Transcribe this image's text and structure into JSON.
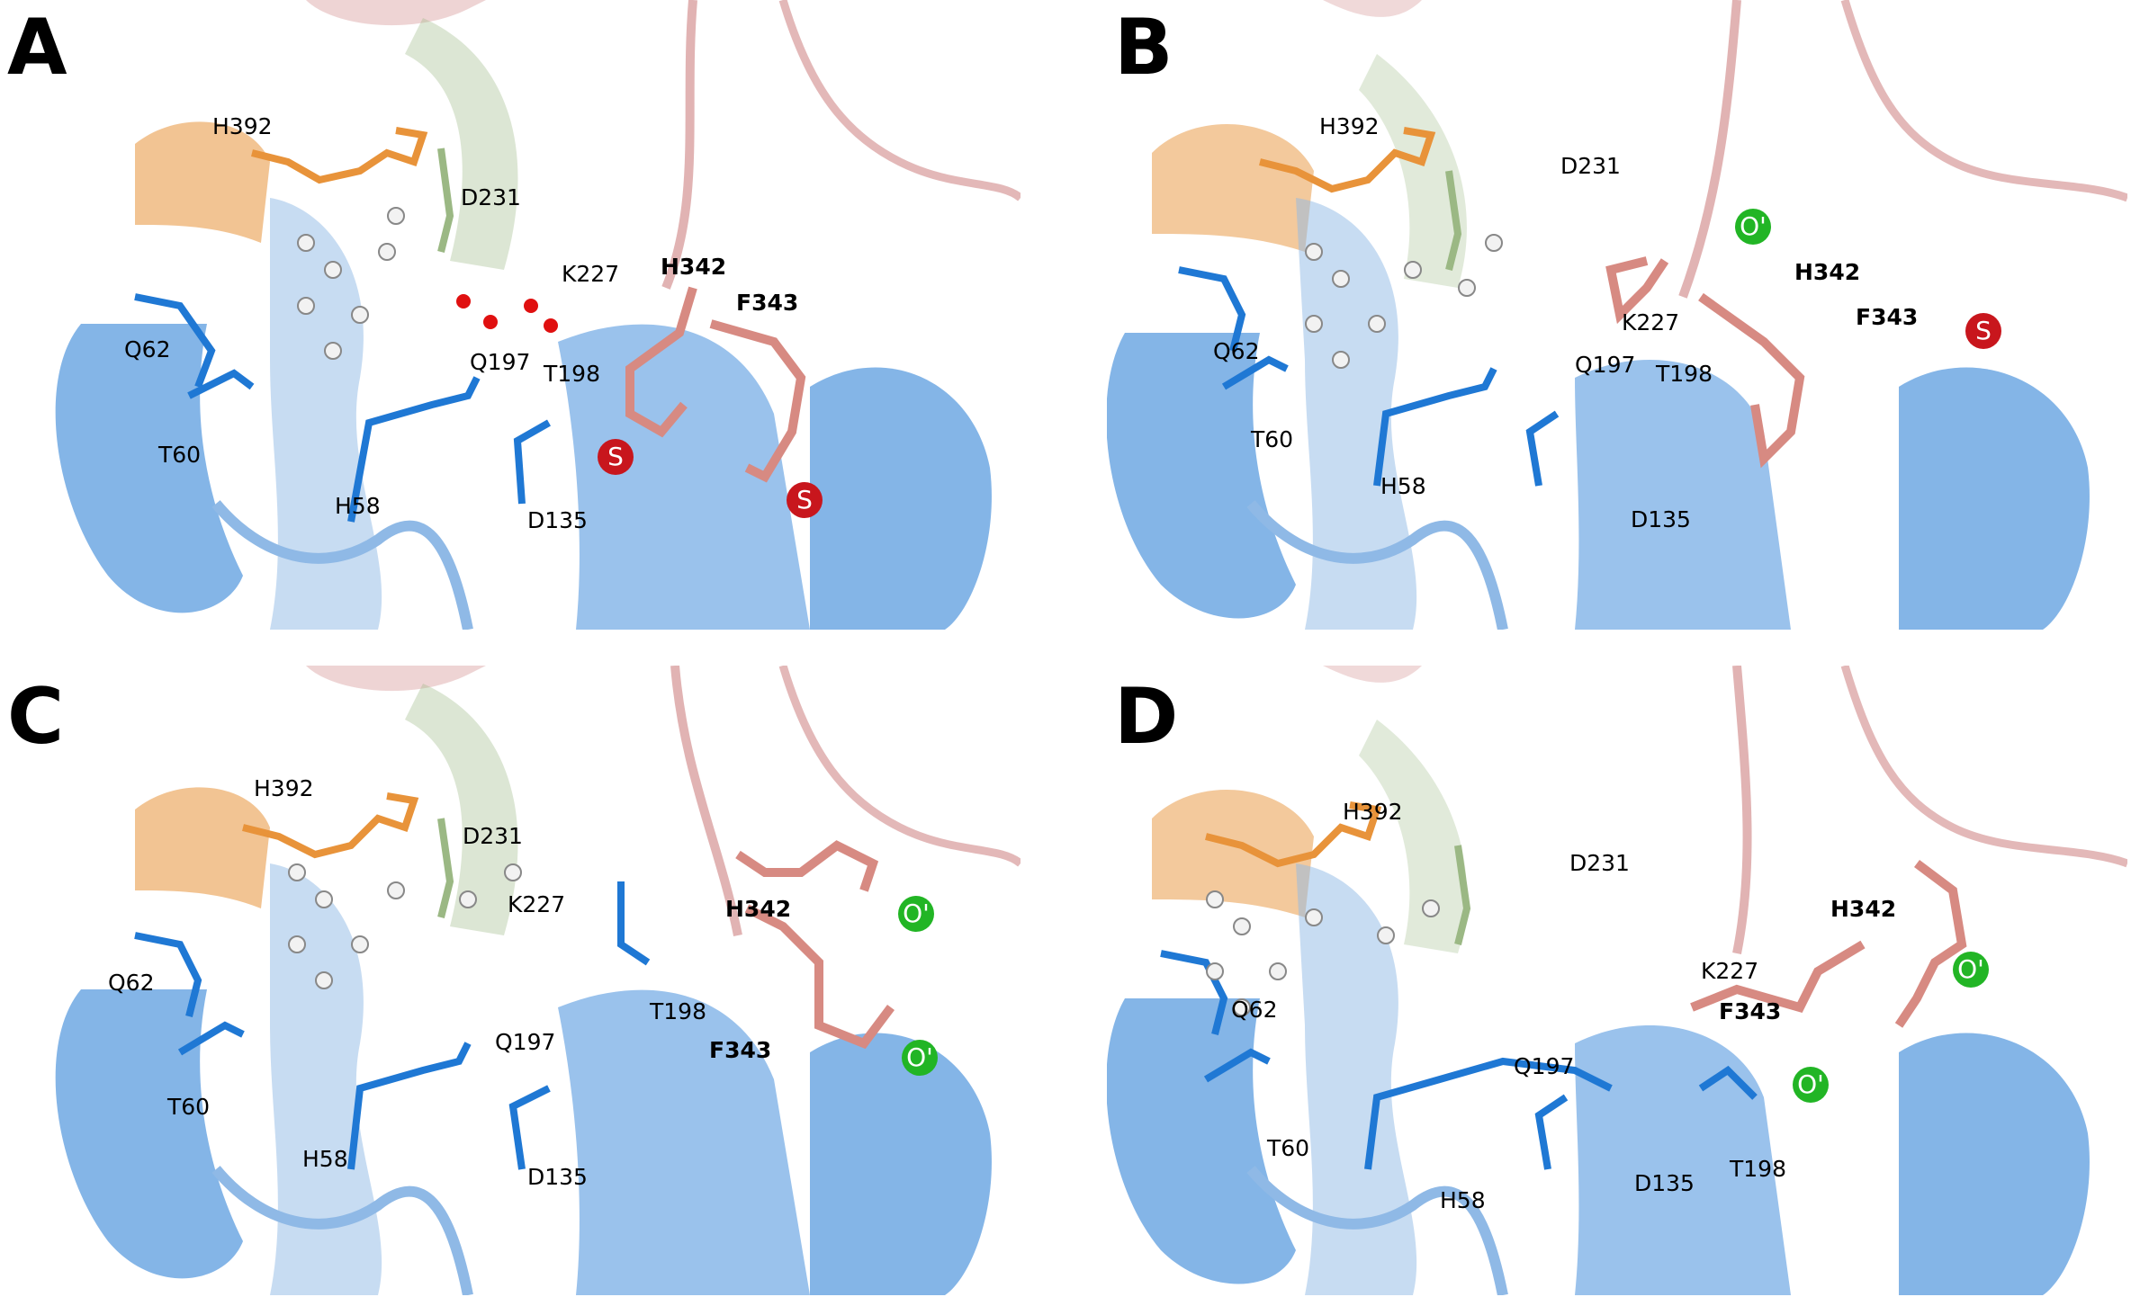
{
  "panels": [
    {
      "letter": "A",
      "residues": [
        "H392",
        "D231",
        "K227",
        "H342",
        "F343",
        "Q62",
        "Q197",
        "T198",
        "T60",
        "H58",
        "D135"
      ],
      "badges": [
        "S",
        "S"
      ]
    },
    {
      "letter": "B",
      "residues": [
        "H392",
        "D231",
        "K227",
        "H342",
        "F343",
        "Q62",
        "Q197",
        "T198",
        "T60",
        "H58",
        "D135"
      ],
      "badges": [
        "O'",
        "S"
      ]
    },
    {
      "letter": "C",
      "residues": [
        "H392",
        "D231",
        "K227",
        "H342",
        "F343",
        "Q62",
        "Q197",
        "T198",
        "T60",
        "H58",
        "D135"
      ],
      "badges": [
        "O'",
        "O'"
      ]
    },
    {
      "letter": "D",
      "residues": [
        "H392",
        "D231",
        "K227",
        "H342",
        "F343",
        "Q62",
        "Q197",
        "T198",
        "T60",
        "H58",
        "D135"
      ],
      "badges": [
        "O'",
        "O'"
      ]
    }
  ],
  "colors": {
    "protein_blue": "#1f78d4",
    "helix_pale_blue": "#8fb9e6",
    "orange_helix": "#e8933a",
    "green_helix": "#9bb884",
    "pink_loop": "#d9a0a0",
    "ball_stick_pink": "#d78a82",
    "ligand_white": "#f2f2f2",
    "nitrogen": "#1a1acf",
    "oxygen": "#e01010",
    "badge_S": "#c8161d",
    "badge_O": "#22b525"
  }
}
